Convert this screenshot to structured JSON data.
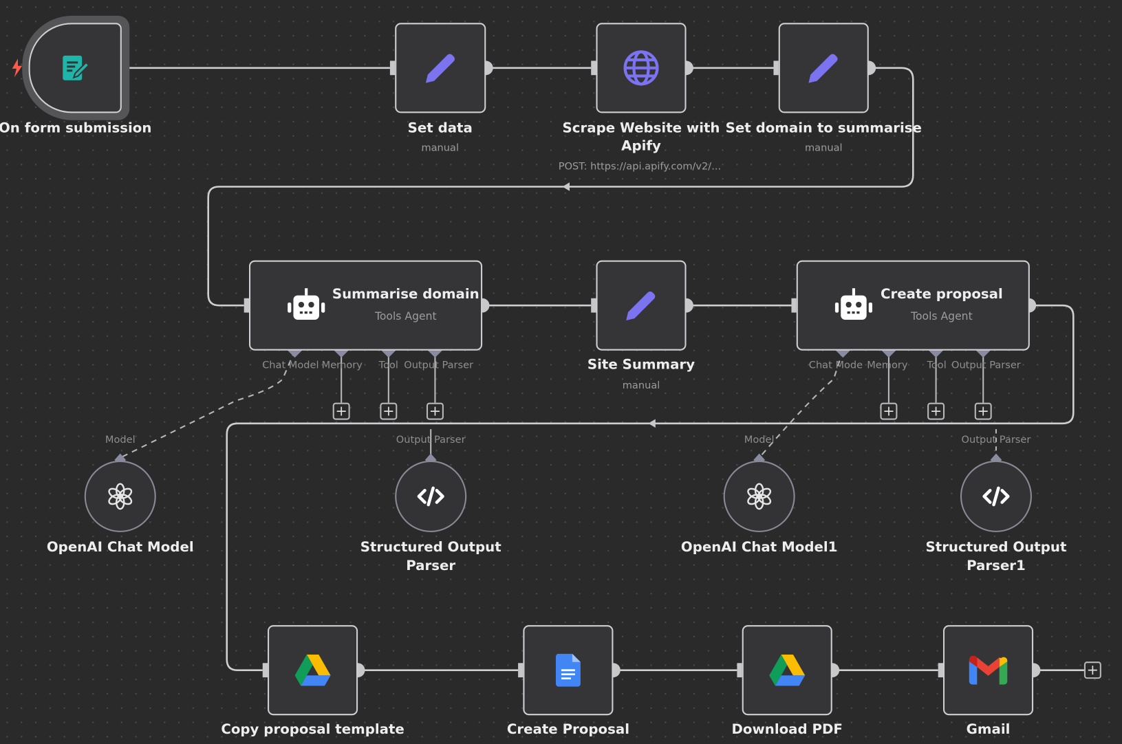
{
  "nodes": {
    "trigger": {
      "label": "On form submission",
      "icon": "form-icon",
      "color": "#1fb5a8"
    },
    "set_data": {
      "label": "Set data",
      "sub": "manual",
      "icon": "pencil-icon"
    },
    "scrape": {
      "label1": "Scrape Website with",
      "label2": "Apify",
      "sub": "POST: https://api.apify.com/v2/...",
      "icon": "globe-icon"
    },
    "set_domain": {
      "label": "Set domain to summarise",
      "sub": "manual",
      "icon": "pencil-icon"
    },
    "summarise": {
      "label": "Summarise domain",
      "sub": "Tools Agent",
      "icon": "robot-icon"
    },
    "site_summary": {
      "label": "Site Summary",
      "sub": "manual",
      "icon": "pencil-icon"
    },
    "create_proposal": {
      "label": "Create proposal",
      "sub": "Tools Agent",
      "icon": "robot-icon"
    },
    "openai1": {
      "label": "OpenAI Chat Model",
      "handle": "Model",
      "icon": "openai-icon"
    },
    "parser1": {
      "label1": "Structured Output",
      "label2": "Parser",
      "handle": "Output Parser",
      "icon": "code-icon"
    },
    "openai2": {
      "label": "OpenAI Chat Model1",
      "handle": "Model",
      "icon": "openai-icon"
    },
    "parser2": {
      "label1": "Structured Output",
      "label2": "Parser1",
      "handle": "Output Parser",
      "icon": "code-icon"
    },
    "copy_template": {
      "label": "Copy proposal template",
      "icon": "google-drive-icon"
    },
    "create_doc": {
      "label": "Create Proposal",
      "icon": "google-docs-icon"
    },
    "download_pdf": {
      "label": "Download PDF",
      "icon": "google-drive-icon"
    },
    "gmail": {
      "label": "Gmail",
      "icon": "gmail-icon"
    }
  },
  "agent_handles": {
    "chat_model": "Chat Model",
    "memory": "Memory",
    "tool": "Tool",
    "output_parser": "Output Parser"
  },
  "agent_handles2": {
    "chat_model": "Chat Mode",
    "memory": "Memory",
    "tool": "Tool",
    "output_parser": "Output Parser"
  },
  "colors": {
    "accent_pencil": "#7b73f0",
    "trigger": "#ff5a4a",
    "background": "#2a2a2b"
  }
}
